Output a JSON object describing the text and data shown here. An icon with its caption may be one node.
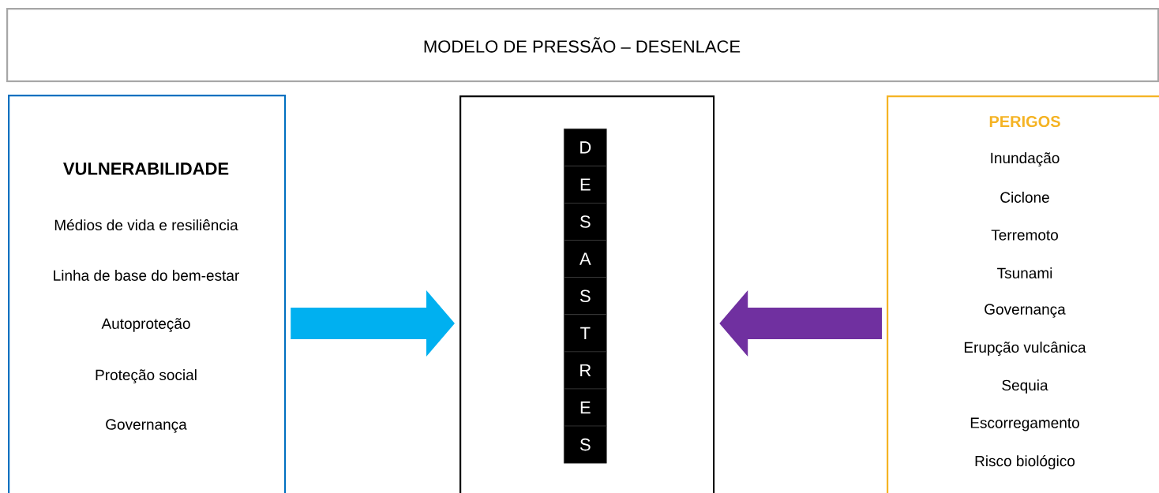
{
  "diagram": {
    "nodes": [
      {
        "text": [
          "MODELO DE PRESSÃO – DESENLACE"
        ]
      },
      {
        "text": [
          "VULNERABILIDADE",
          "Médios de vida e resiliência",
          "Linha de base do bem-estar",
          "Autoproteção",
          "Proteção social",
          "Governança"
        ]
      },
      {
        "text": [],
        "shape": "box"
      },
      {
        "text": [
          "D"
        ],
        "in": 2
      },
      {
        "text": [
          "E"
        ],
        "in": 2
      },
      {
        "text": [
          "S"
        ],
        "in": 2
      },
      {
        "text": [
          "A"
        ],
        "in": 2
      },
      {
        "text": [
          "S"
        ],
        "in": 2
      },
      {
        "text": [
          "T"
        ],
        "in": 2
      },
      {
        "text": [
          "R"
        ],
        "in": 2
      },
      {
        "text": [
          "E"
        ],
        "in": 2
      },
      {
        "text": [
          "S"
        ],
        "in": 2
      },
      {
        "text": [
          "PERIGOS",
          "Inundação",
          "Ciclone",
          "Terremoto",
          "Tsunami",
          "Governança",
          "Erupção vulcânica",
          "Sequia",
          "Escorregamento",
          "Risco biológico"
        ]
      }
    ],
    "edges": [
      {
        "from": 1,
        "to": 2,
        "arrow": "to",
        "color": "#00b0f0"
      },
      {
        "from": 12,
        "to": 2,
        "arrow": "to",
        "color": "#7030a0"
      }
    ]
  }
}
